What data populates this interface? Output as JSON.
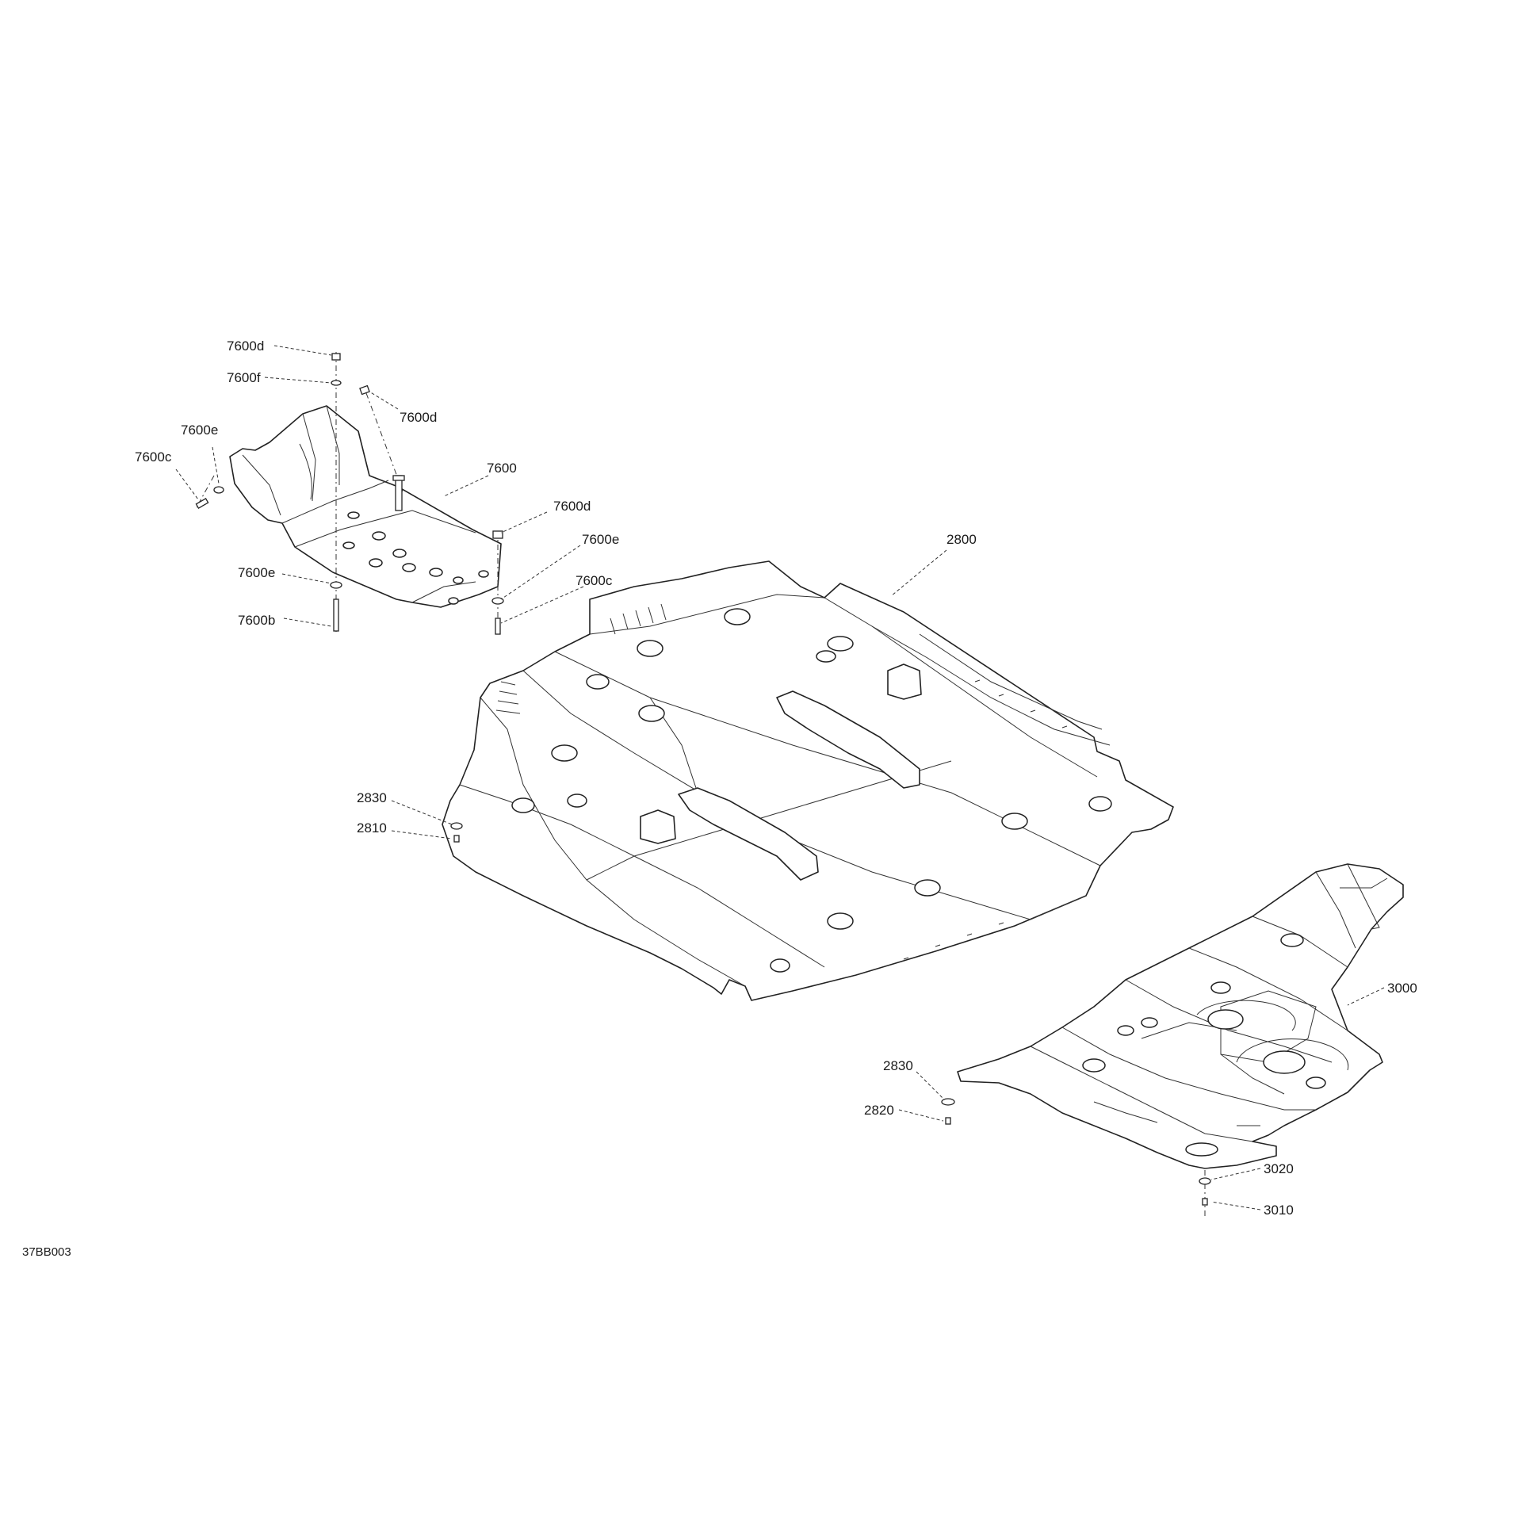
{
  "figure_id": "37BB003",
  "callouts": [
    {
      "id": "c-7600d-top",
      "text": "7600d"
    },
    {
      "id": "c-7600f",
      "text": "7600f"
    },
    {
      "id": "c-7600d-mid",
      "text": "7600d"
    },
    {
      "id": "c-7600e-left",
      "text": "7600e"
    },
    {
      "id": "c-7600c-left",
      "text": "7600c"
    },
    {
      "id": "c-7600",
      "text": "7600"
    },
    {
      "id": "c-7600d-right",
      "text": "7600d"
    },
    {
      "id": "c-7600e-right",
      "text": "7600e"
    },
    {
      "id": "c-7600c-right",
      "text": "7600c"
    },
    {
      "id": "c-7600e-low",
      "text": "7600e"
    },
    {
      "id": "c-7600b",
      "text": "7600b"
    },
    {
      "id": "c-2800",
      "text": "2800"
    },
    {
      "id": "c-2830-left",
      "text": "2830"
    },
    {
      "id": "c-2810",
      "text": "2810"
    },
    {
      "id": "c-3000",
      "text": "3000"
    },
    {
      "id": "c-2830-right",
      "text": "2830"
    },
    {
      "id": "c-2820",
      "text": "2820"
    },
    {
      "id": "c-3020",
      "text": "3020"
    },
    {
      "id": "c-3010",
      "text": "3010"
    }
  ]
}
